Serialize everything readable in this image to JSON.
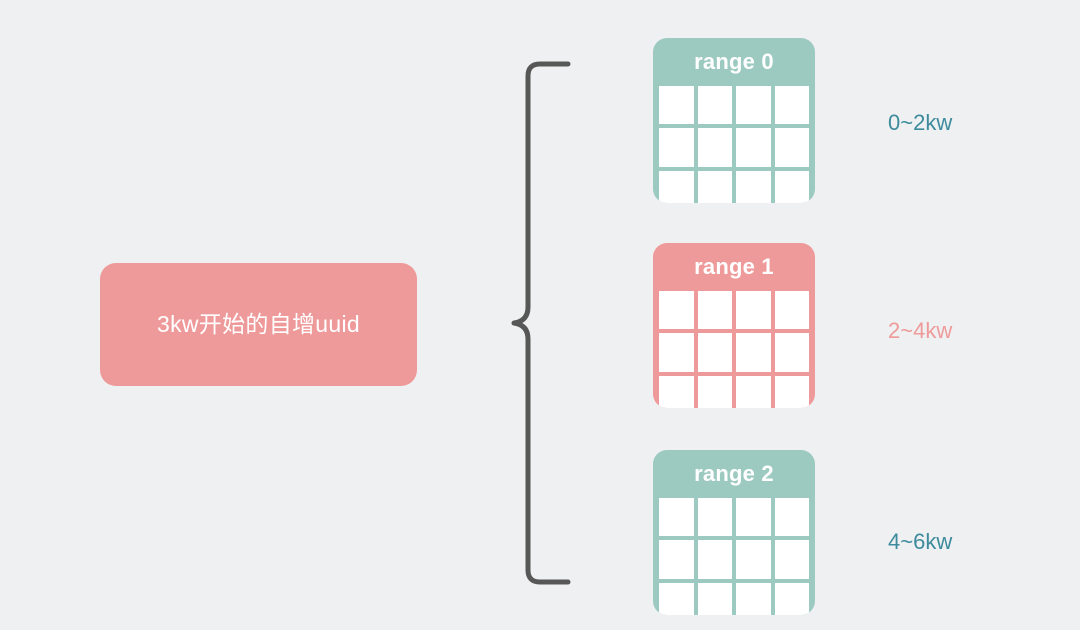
{
  "diagram": {
    "background_color": "#eff0f2",
    "source": {
      "label": "3kw开始的自增uuid",
      "fill_color": "#ef9a9a",
      "text_color": "#ffffff"
    },
    "brace": {
      "name": "curly-brace",
      "stroke_color": "#575757"
    },
    "ranges": [
      {
        "title": "range 0",
        "fill_color": "#9ccac1",
        "cell_color": "#ffffff",
        "rows": 3,
        "cols": 4,
        "label": "0~2kw",
        "label_color": "#3d8b9c"
      },
      {
        "title": "range 1",
        "fill_color": "#ef9a9a",
        "cell_color": "#ffffff",
        "rows": 3,
        "cols": 4,
        "label": "2~4kw",
        "label_color": "#ef9a9a"
      },
      {
        "title": "range 2",
        "fill_color": "#9ccac1",
        "cell_color": "#ffffff",
        "rows": 3,
        "cols": 4,
        "label": "4~6kw",
        "label_color": "#3d8b9c"
      }
    ]
  }
}
